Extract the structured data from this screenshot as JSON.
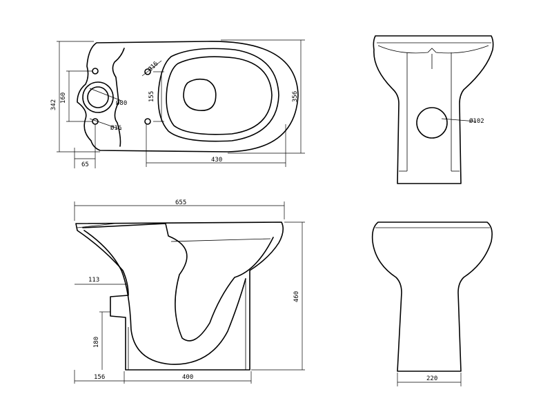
{
  "top_view": {
    "overall_width": "342",
    "bracket_spacing": "160",
    "inlet_diameter": "Ø80",
    "fixing_hole_top": "Ø16",
    "fixing_hole_bottom": "Ø16",
    "fixing_hole_right": "Ø16",
    "fixing_spacing": "155",
    "overall_depth": "356",
    "rear_offset": "65",
    "fixing_distance": "430"
  },
  "front_view": {
    "outlet_diameter": "Ø102"
  },
  "side_view": {
    "overall_length": "655",
    "height": "460",
    "outlet_offset": "113",
    "outlet_height": "180",
    "rear_gap": "156",
    "base_length": "400"
  },
  "back_view": {
    "base_width": "220"
  }
}
